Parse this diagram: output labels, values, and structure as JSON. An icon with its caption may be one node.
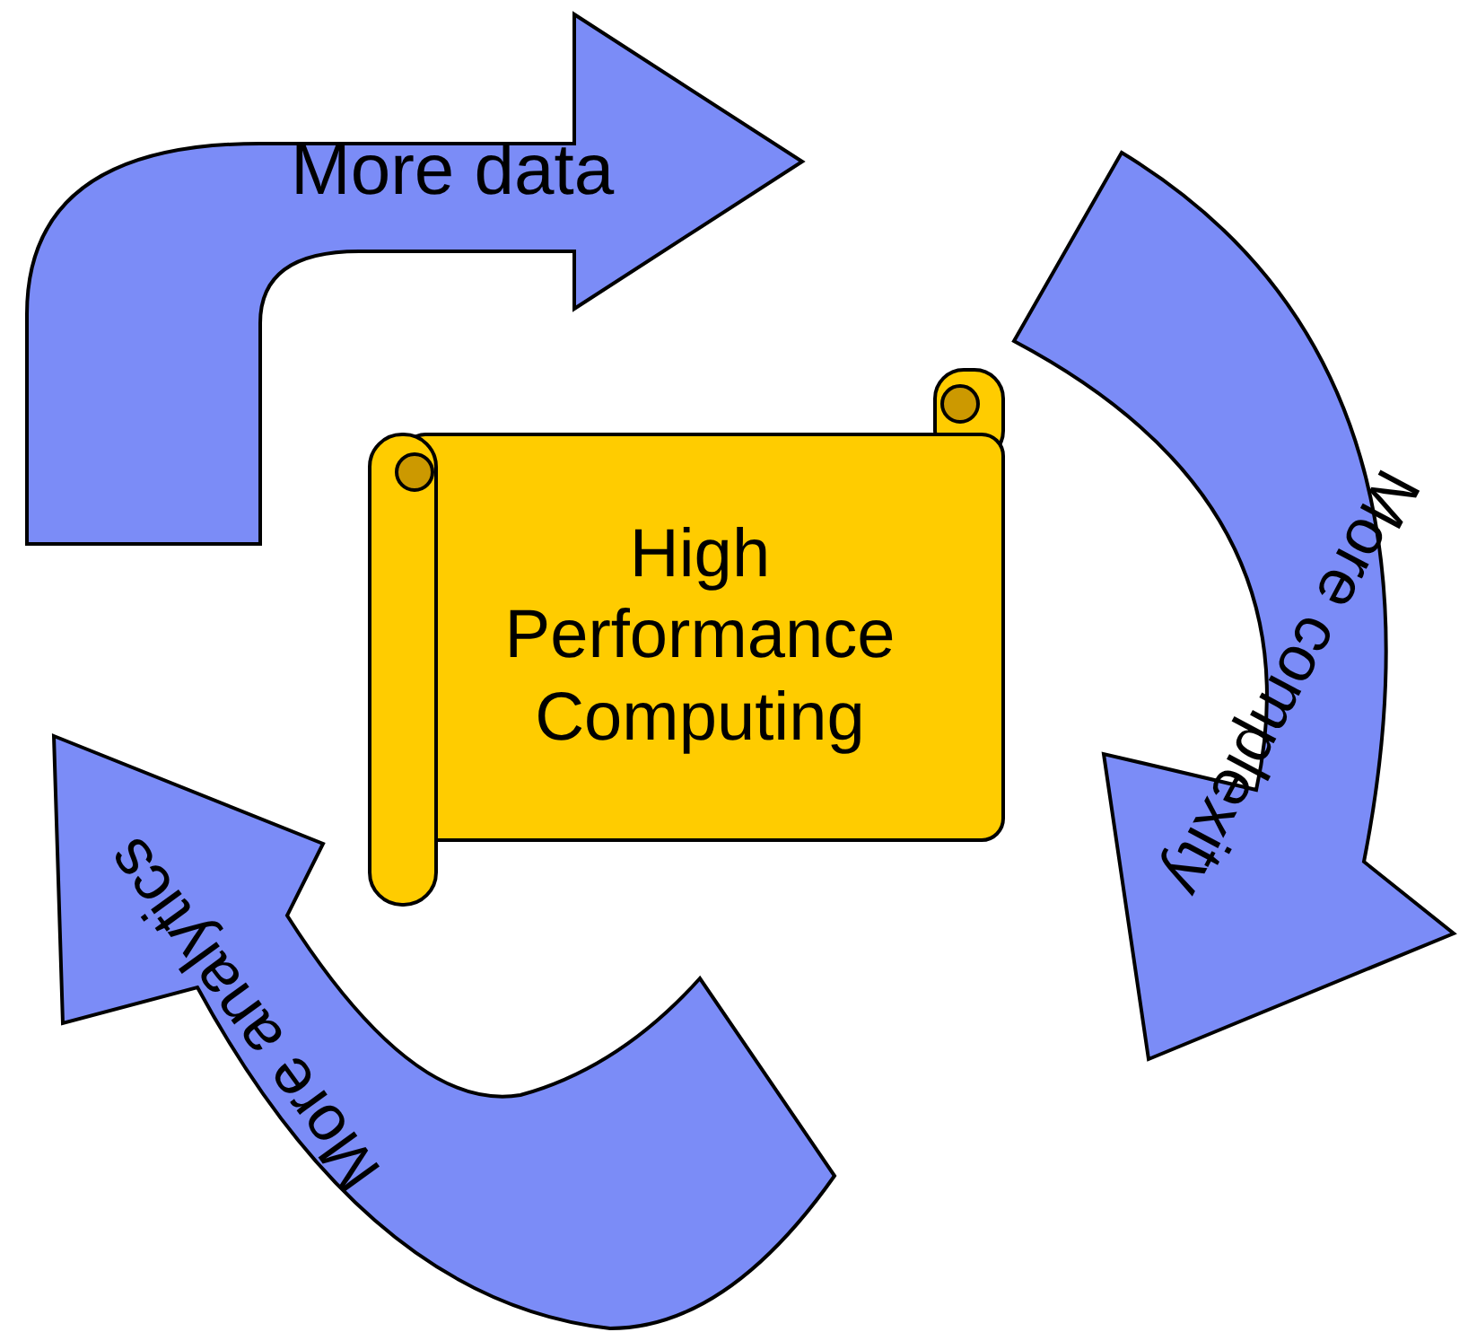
{
  "diagram": {
    "nodes": [
      {
        "text": [
          "More data"
        ]
      },
      {
        "text": [
          "More complexity"
        ]
      },
      {
        "text": [
          "More analytics"
        ]
      },
      {
        "text": [
          "High Performance Computing"
        ]
      }
    ]
  }
}
